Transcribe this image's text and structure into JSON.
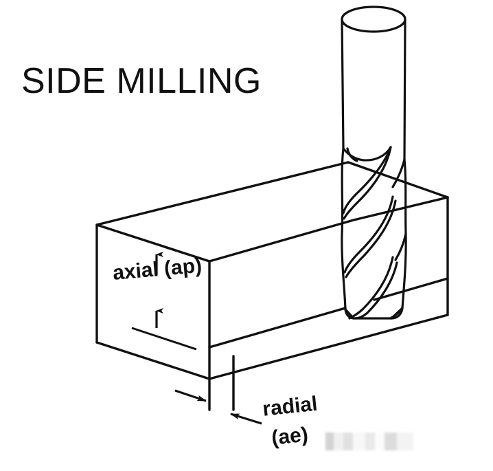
{
  "document": {
    "title": "SIDE MILLING",
    "type": "technical-diagram",
    "background_color": "#ffffff",
    "line_color": "#111111"
  },
  "title": {
    "text": "SIDE MILLING"
  },
  "annotations": {
    "axial": {
      "label": "axial (ap)",
      "description": "vertical dimension on front face of workpiece",
      "arrows": 2
    },
    "radial": {
      "line1": "radial",
      "line2": "(ae)",
      "description": "horizontal step width at bottom front of workpiece",
      "arrows": 2
    }
  },
  "objects": {
    "tool": {
      "name": "end-mill-cutter",
      "parts": [
        "shank",
        "flutes",
        "cutting-edge"
      ],
      "flute_count": 3
    },
    "workpiece": {
      "name": "rectangular-block",
      "feature": "side-step-cut"
    }
  },
  "watermark": {
    "state": "blurred"
  }
}
